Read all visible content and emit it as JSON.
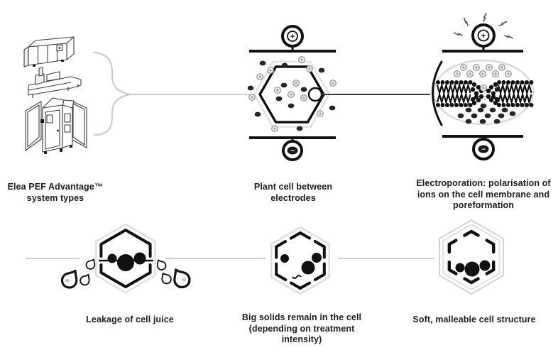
{
  "diagram": {
    "top_row": {
      "system_types": {
        "label_lines": [
          "Elea PEF Advantage™",
          "system types"
        ]
      },
      "plant_cell": {
        "label_lines": [
          "Plant cell between",
          "electrodes"
        ]
      },
      "electroporation": {
        "label_lines": [
          "Electroporation: polarisation of",
          "ions on the cell membrane and",
          "poreformation"
        ]
      }
    },
    "bottom_row": {
      "leakage": {
        "label_lines": [
          "Leakage of cell juice"
        ]
      },
      "big_solids": {
        "label_lines": [
          "Big solids remain in the cell",
          "(depending on treatment",
          "intensity)"
        ]
      },
      "soft_cell": {
        "label_lines": [
          "Soft, malleable cell structure"
        ]
      }
    },
    "symbols": {
      "positive": "+",
      "negative": "−"
    },
    "colors": {
      "ink": "#1c1c1c",
      "connector_gray": "#cccccc",
      "ion_positive": "#8d8d8d",
      "ion_negative": "#262626"
    }
  }
}
